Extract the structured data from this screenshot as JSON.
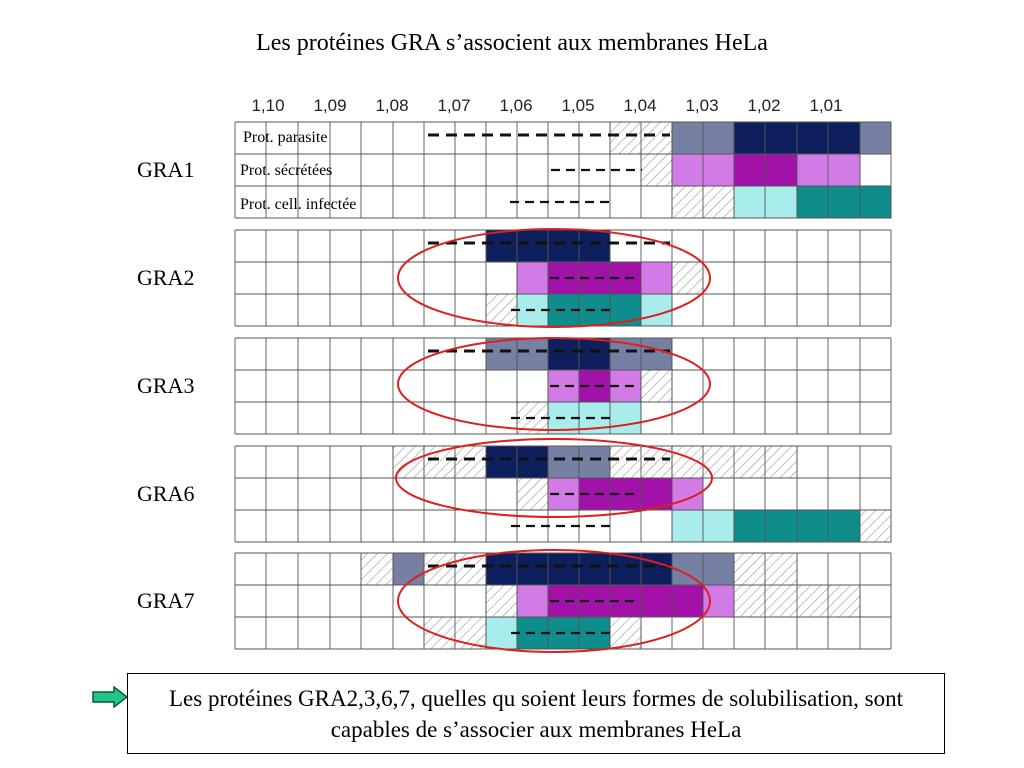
{
  "title": "Les protéines GRA s’associent aux membranes HeLa",
  "density_labels": [
    "1,10",
    "1,09",
    "1,08",
    "1,07",
    "1,06",
    "1,05",
    "1,04",
    "1,03",
    "1,02",
    "1,01"
  ],
  "row_labels": [
    "Prot. parasite",
    "Prot. sécrétées",
    "Prot. cell. infectée"
  ],
  "genes": [
    "GRA1",
    "GRA2",
    "GRA3",
    "GRA6",
    "GRA7"
  ],
  "conclusion": "Les protéines GRA2,3,6,7, quelles qu soient leurs formes de solubilisation, sont capables de s’associer aux membranes HeLa",
  "colors": {
    "navy": "#0d1f5c",
    "slate": "#7580a3",
    "magenta": "#a312a8",
    "violet": "#d27be6",
    "teal": "#0f8c8c",
    "cyan": "#a9ecec",
    "hatch": "#9a9a9a",
    "circle": "#dd1f1f",
    "arrow": "#22c487"
  },
  "legend_note": ""
}
